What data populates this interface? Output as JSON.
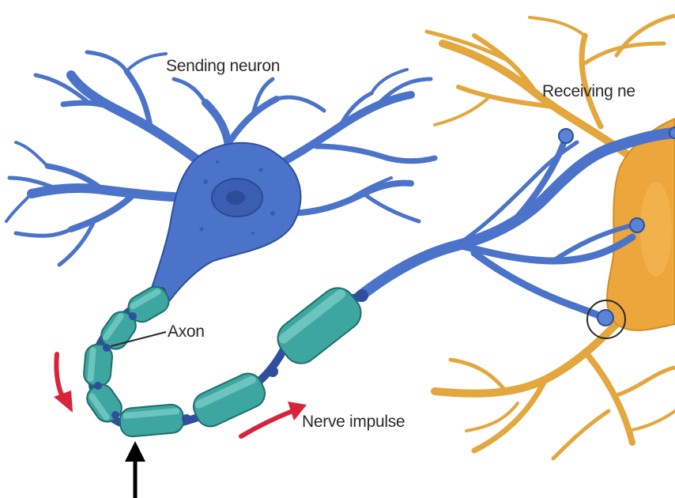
{
  "labels": {
    "sending_neuron": "Sending neuron",
    "receiving_neuron": "Receiving ne",
    "axon": "Axon",
    "nerve_impulse": "Nerve impulse"
  },
  "colors": {
    "sending_neuron": "#4a73c9",
    "sending_neuron_dark": "#2f4f9e",
    "receiving_neuron": "#e8a83a",
    "receiving_body": "#eda63c",
    "myelin_sheath": "#3ea6a1",
    "impulse_arrow": "#d8243a",
    "pointer_arrow": "#000000"
  },
  "icons": {
    "pointer": "black-up-arrow",
    "impulse": "red-direction-arrow",
    "synapse": "circle-highlight"
  }
}
